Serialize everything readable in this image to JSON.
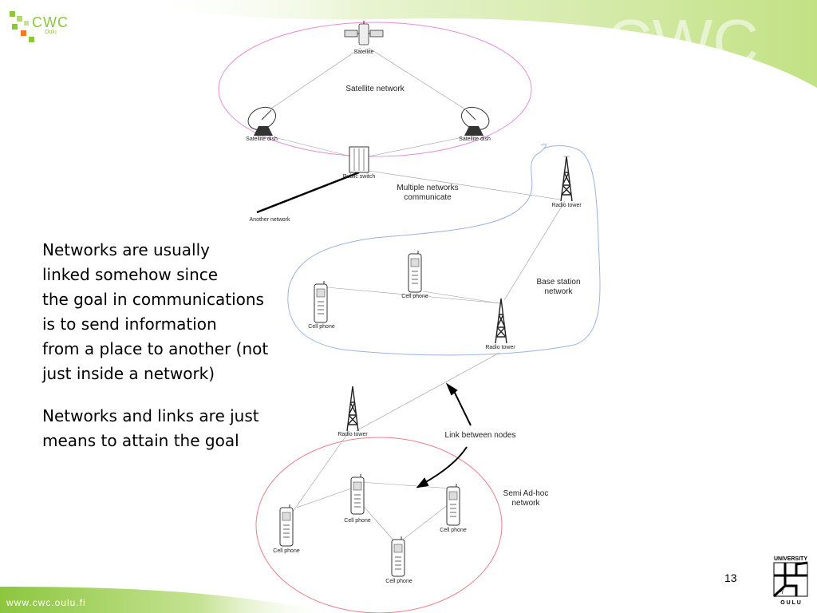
{
  "header": {
    "logo_text": "CWC",
    "logo_subtext": "Oulu"
  },
  "diagram": {
    "nodes": {
      "satellite": "Satellite",
      "satellite_dish_left": "Satellite dish",
      "satellite_dish_right": "Satellite dish",
      "public_switch": "Public switch",
      "another_network": "Another network",
      "radio_tower_top": "Radio tower",
      "cell_phone_mid": "Cell phone",
      "cell_phone_left": "Cell phone",
      "radio_tower_mid": "Radio tower",
      "radio_tower_low": "Radio tower",
      "adhoc_phone_top": "Cell phone",
      "adhoc_phone_right": "Cell phone",
      "adhoc_phone_left": "Cell phone",
      "adhoc_phone_bottom": "Cell phone"
    },
    "labels": {
      "satellite_network": "Satellite network",
      "multiple_networks": [
        "Multiple networks",
        "communicate"
      ],
      "base_station_network": [
        "Base station",
        "network"
      ],
      "link_between_nodes": "Link between nodes",
      "semi_adhoc_network": [
        "Semi Ad-hoc",
        "network"
      ]
    }
  },
  "body": {
    "paragraph1": [
      "Networks are usually",
      "linked somehow since",
      "the goal in communications",
      "is to send information",
      "from a place to another (not",
      "just inside a network)"
    ],
    "paragraph2": [
      "Networks and links are just",
      "means to attain the goal"
    ]
  },
  "footer": {
    "url": "www.cwc.oulu.fi",
    "slide_number": "13"
  },
  "university_logo": {
    "text_top": "UNIVERSITY",
    "text_of": "of",
    "text_bottom": "O U L U"
  },
  "colors": {
    "accent_green": "#8cc63e",
    "footer_green": "#8cc63e",
    "ellipse_pink": "#e58fd8",
    "ellipse_red": "#e8808a",
    "cloud_blue": "#9ab4e0"
  }
}
